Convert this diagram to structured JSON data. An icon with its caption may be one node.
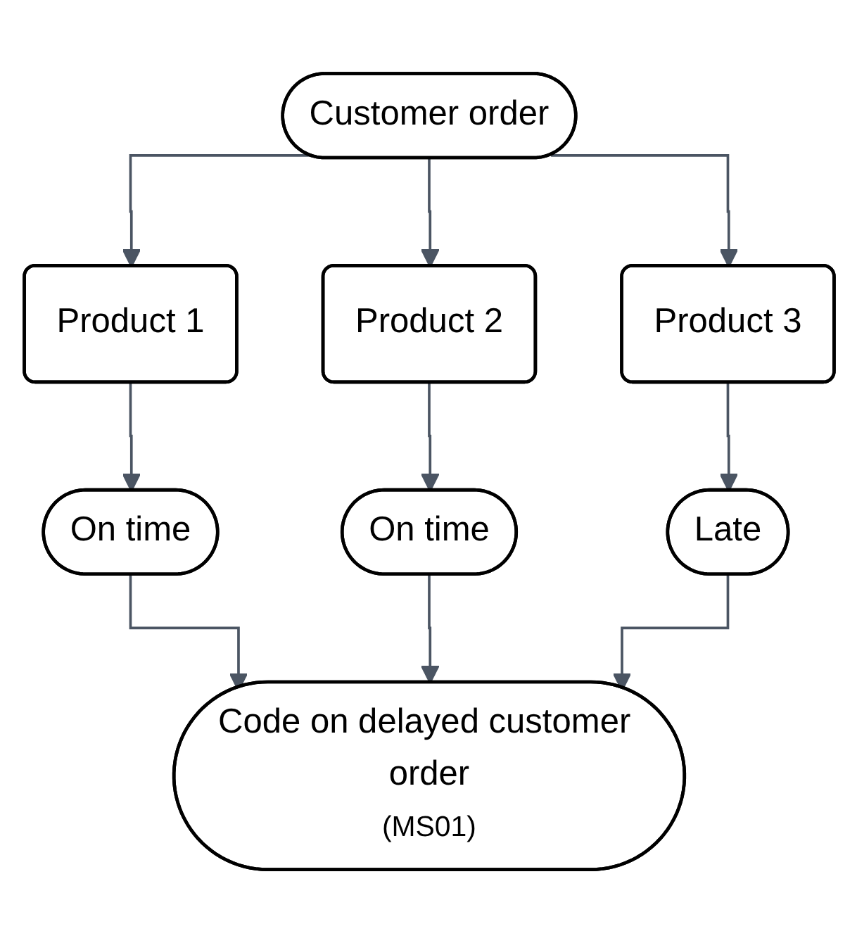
{
  "diagram": {
    "nodes": [
      {
        "text": [
          "Customer order"
        ]
      },
      {
        "text": [
          "Product 1"
        ]
      },
      {
        "text": [
          "Product 2"
        ]
      },
      {
        "text": [
          "Product 3"
        ]
      },
      {
        "text": [
          "On time"
        ]
      },
      {
        "text": [
          "On time"
        ]
      },
      {
        "text": [
          "Late"
        ]
      },
      {
        "text": [
          "Code on delayed customer order",
          "(MS01)"
        ]
      }
    ],
    "edges": [
      {
        "from": 0,
        "to": 1,
        "arrow": "to"
      },
      {
        "from": 0,
        "to": 2,
        "arrow": "to"
      },
      {
        "from": 0,
        "to": 3,
        "arrow": "to"
      },
      {
        "from": 1,
        "to": 4,
        "arrow": "to"
      },
      {
        "from": 2,
        "to": 5,
        "arrow": "to"
      },
      {
        "from": 3,
        "to": 6,
        "arrow": "to"
      },
      {
        "from": 4,
        "to": 7,
        "arrow": "to"
      },
      {
        "from": 5,
        "to": 7,
        "arrow": "to"
      },
      {
        "from": 6,
        "to": 7,
        "arrow": "to"
      }
    ]
  }
}
